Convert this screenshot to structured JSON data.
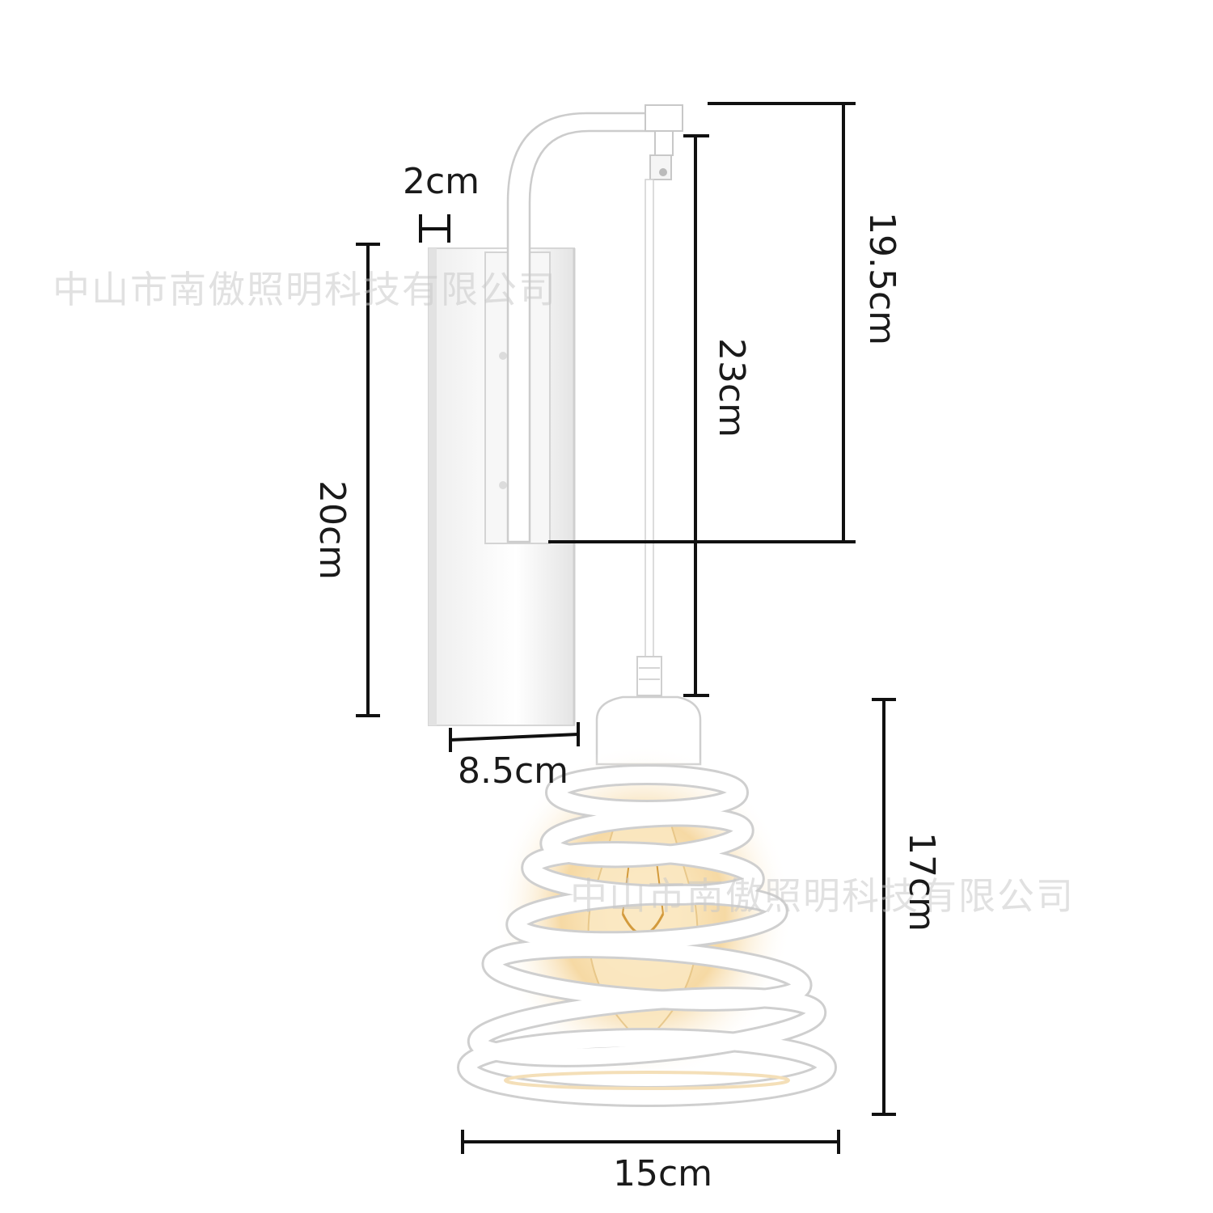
{
  "watermark": {
    "text": "中山市南傲照明科技有限公司"
  },
  "dimensions": {
    "bracket_depth": "2cm",
    "backplate_height": "20cm",
    "backplate_width": "8.5cm",
    "arm_height": "19.5cm",
    "drop_length": "23cm",
    "shade_height": "17cm",
    "shade_width": "15cm"
  },
  "colors": {
    "lamp_white": "#ffffff",
    "outline": "#d8d8d8",
    "dimension_line": "#111111",
    "bulb_glow": "#f6d9a4"
  }
}
